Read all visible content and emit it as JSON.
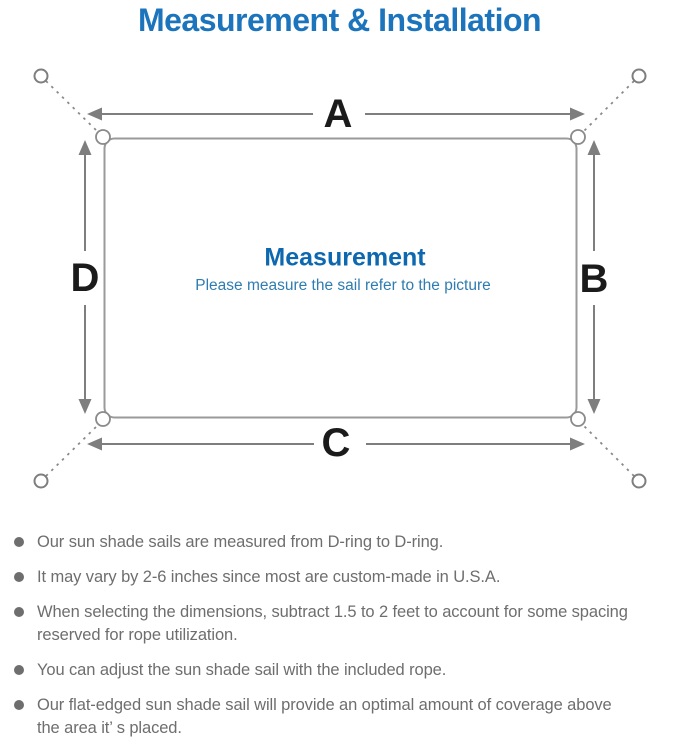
{
  "title": "Measurement & Installation",
  "diagram": {
    "labels": {
      "top": "A",
      "right": "B",
      "bottom": "C",
      "left": "D"
    },
    "center_heading": "Measurement",
    "center_subtitle": "Please measure the sail refer to the picture"
  },
  "bullets": [
    "Our sun shade sails are measured from D-ring to D-ring.",
    "It may vary by 2-6 inches since most are custom-made in U.S.A.",
    "When selecting the dimensions, subtract 1.5 to 2 feet to account for some spacing\nreserved for rope utilization.",
    "You can adjust the sun shade sail with the included rope.",
    "Our flat-edged sun shade sail will provide an optimal amount of coverage above\nthe area it’ s placed."
  ],
  "colors": {
    "title_blue": "#1b74bc",
    "heading_blue": "#0e68af",
    "subtitle_blue": "#2f7cb0",
    "dimension_label_black": "#1b1b1b",
    "line_gray": "#7e7e7e",
    "sail_outline_gray": "#9a9a9a",
    "bullet_text_gray": "#6e6e6e"
  }
}
